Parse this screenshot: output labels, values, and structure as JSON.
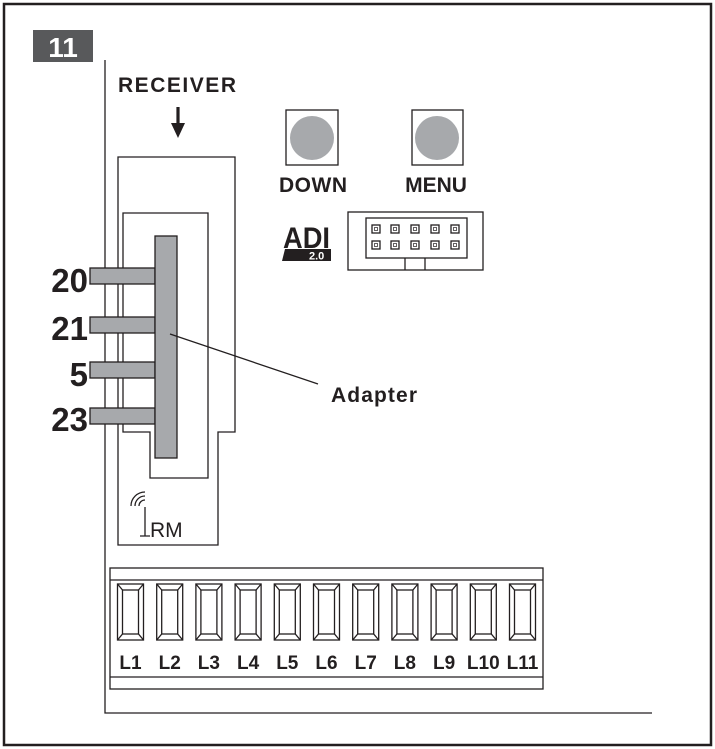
{
  "figure": {
    "number": "11"
  },
  "receiver": {
    "label": "RECEIVER",
    "antenna_label": "RM"
  },
  "buttons": {
    "down": "DOWN",
    "menu": "MENU"
  },
  "adi_logo": {
    "text": "ADI",
    "version": "2.0"
  },
  "terminals": [
    {
      "label": "20"
    },
    {
      "label": "21"
    },
    {
      "label": "5"
    },
    {
      "label": "23"
    }
  ],
  "adapter": {
    "label": "Adapter"
  },
  "terminal_block": {
    "labels": [
      "L1",
      "L2",
      "L3",
      "L4",
      "L5",
      "L6",
      "L7",
      "L8",
      "L9",
      "L10",
      "L11"
    ]
  },
  "icons": {
    "receiver_arrow": "arrow-down-icon",
    "antenna": "antenna-icon"
  },
  "colors": {
    "line": "#231f20",
    "badge": "#58595b",
    "grey": "#a7a9ac",
    "background": "#ffffff"
  }
}
